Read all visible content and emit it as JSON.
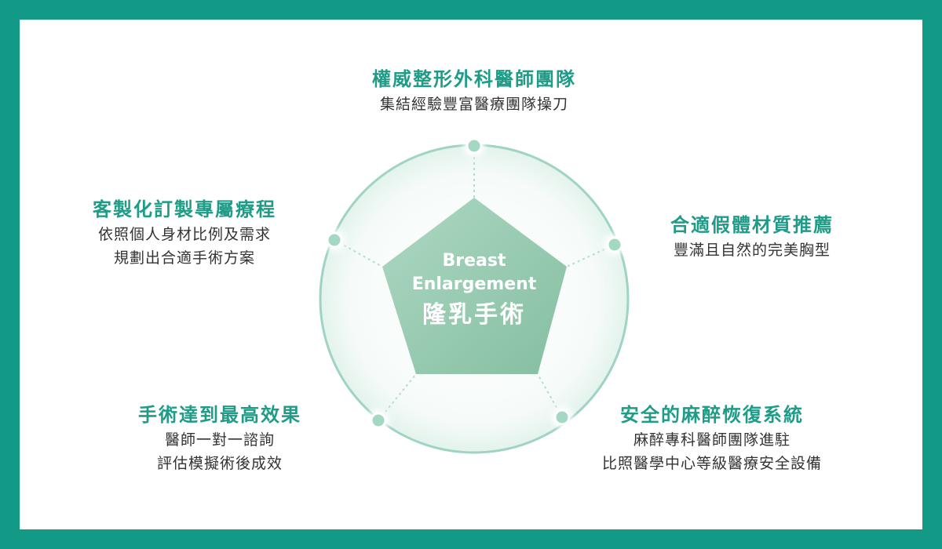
{
  "colors": {
    "frame": "#129a86",
    "accent": "#1f9c87",
    "ring": "#9fd4c3",
    "pentagon": "#8fc7ab",
    "dot": "#a3d9c2"
  },
  "center": {
    "en_line1": "Breast",
    "en_line2": "Enlargement",
    "zh": "隆乳手術"
  },
  "features": [
    {
      "title": "權威整形外科醫師團隊",
      "lines": [
        "集結經驗豐富醫療團隊操刀"
      ]
    },
    {
      "title": "合適假體材質推薦",
      "lines": [
        "豐滿且自然的完美胸型"
      ]
    },
    {
      "title": "安全的麻醉恢復系統",
      "lines": [
        "麻醉專科醫師團隊進駐",
        "比照醫學中心等級醫療安全設備"
      ]
    },
    {
      "title": "手術達到最高效果",
      "lines": [
        "醫師一對一諮詢",
        "評估模擬術後成效"
      ]
    },
    {
      "title": "客製化訂製專屬療程",
      "lines": [
        "依照個人身材比例及需求",
        "規劃出合適手術方案"
      ]
    }
  ]
}
